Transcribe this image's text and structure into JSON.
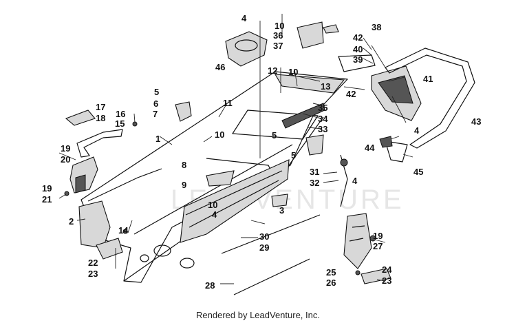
{
  "watermark": "LEADVENTURE",
  "footer": "Rendered by LeadVenture, Inc.",
  "callouts": [
    "1",
    "2",
    "3",
    "4",
    "4",
    "4",
    "4",
    "4",
    "5",
    "5",
    "5",
    "6",
    "7",
    "8",
    "9",
    "10",
    "10",
    "10",
    "10",
    "10",
    "11",
    "12",
    "13",
    "13",
    "14",
    "15",
    "16",
    "17",
    "18",
    "19",
    "19",
    "19",
    "20",
    "21",
    "22",
    "23",
    "23",
    "24",
    "25",
    "26",
    "27",
    "28",
    "29",
    "30",
    "31",
    "32",
    "33",
    "34",
    "35",
    "36",
    "37",
    "38",
    "39",
    "40",
    "41",
    "42",
    "42",
    "43",
    "44",
    "45",
    "46"
  ]
}
